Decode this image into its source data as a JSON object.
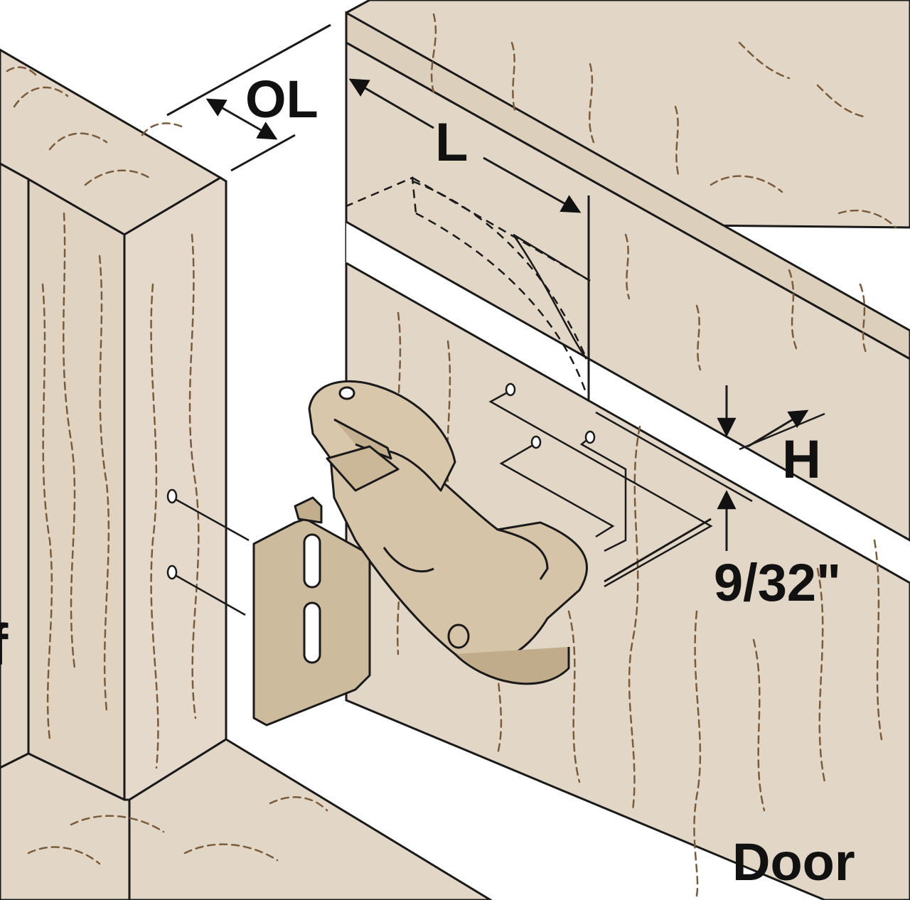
{
  "colors": {
    "wood": "#e2d6c6",
    "wood_side": "#d8cab6",
    "outline": "#1a1a1a",
    "grain": "#7a5c3c",
    "hinge": "#d3c0a3",
    "hinge_dark": "#a8916e",
    "background": "#ffffff"
  },
  "labels": {
    "overlay": "OL",
    "length": "L",
    "height": "H",
    "offset": "9/32\"",
    "door": "Door",
    "cut_off": "f"
  },
  "icons": [
    "overlay-dimension-arrow",
    "length-dimension-arrow",
    "height-dimension-arrows",
    "offset-arrow"
  ]
}
